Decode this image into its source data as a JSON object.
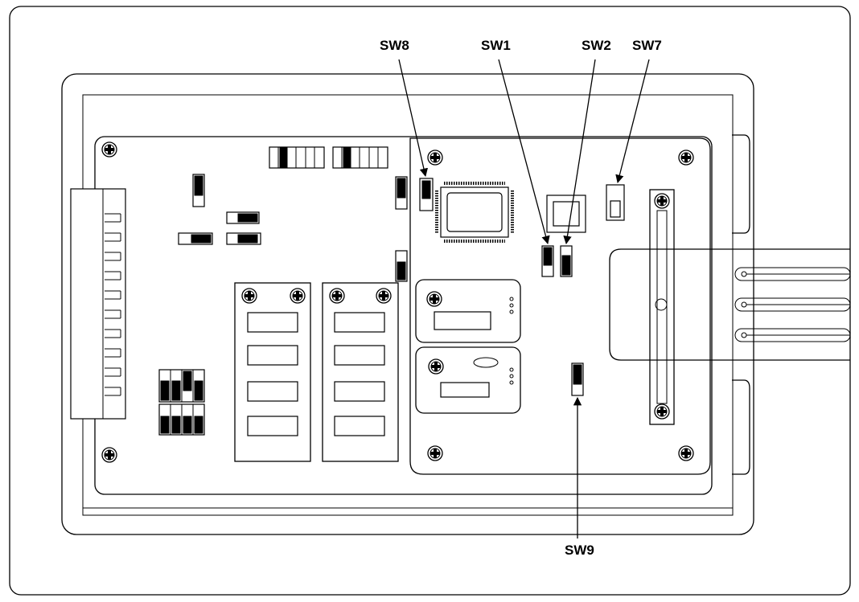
{
  "labels": {
    "sw8": "SW8",
    "sw1": "SW1",
    "sw2": "SW2",
    "sw7": "SW7",
    "sw9": "SW9"
  },
  "colors": {
    "line": "#000000",
    "background": "#ffffff"
  }
}
